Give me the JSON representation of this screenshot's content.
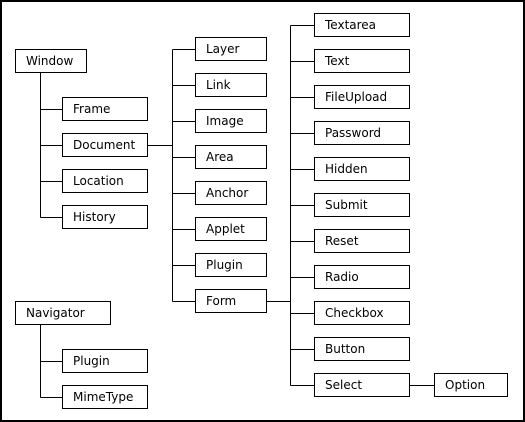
{
  "nodes": {
    "window": "Window",
    "frame": "Frame",
    "document": "Document",
    "location": "Location",
    "history": "History",
    "layer": "Layer",
    "link": "Link",
    "image": "Image",
    "area": "Area",
    "anchor": "Anchor",
    "applet": "Applet",
    "plugin_doc": "Plugin",
    "form": "Form",
    "textarea": "Textarea",
    "text": "Text",
    "fileupload": "FileUpload",
    "password": "Password",
    "hidden": "Hidden",
    "submit": "Submit",
    "reset": "Reset",
    "radio": "Radio",
    "checkbox": "Checkbox",
    "button": "Button",
    "select": "Select",
    "option": "Option",
    "navigator": "Navigator",
    "plugin_nav": "Plugin",
    "mimetype": "MimeType"
  }
}
